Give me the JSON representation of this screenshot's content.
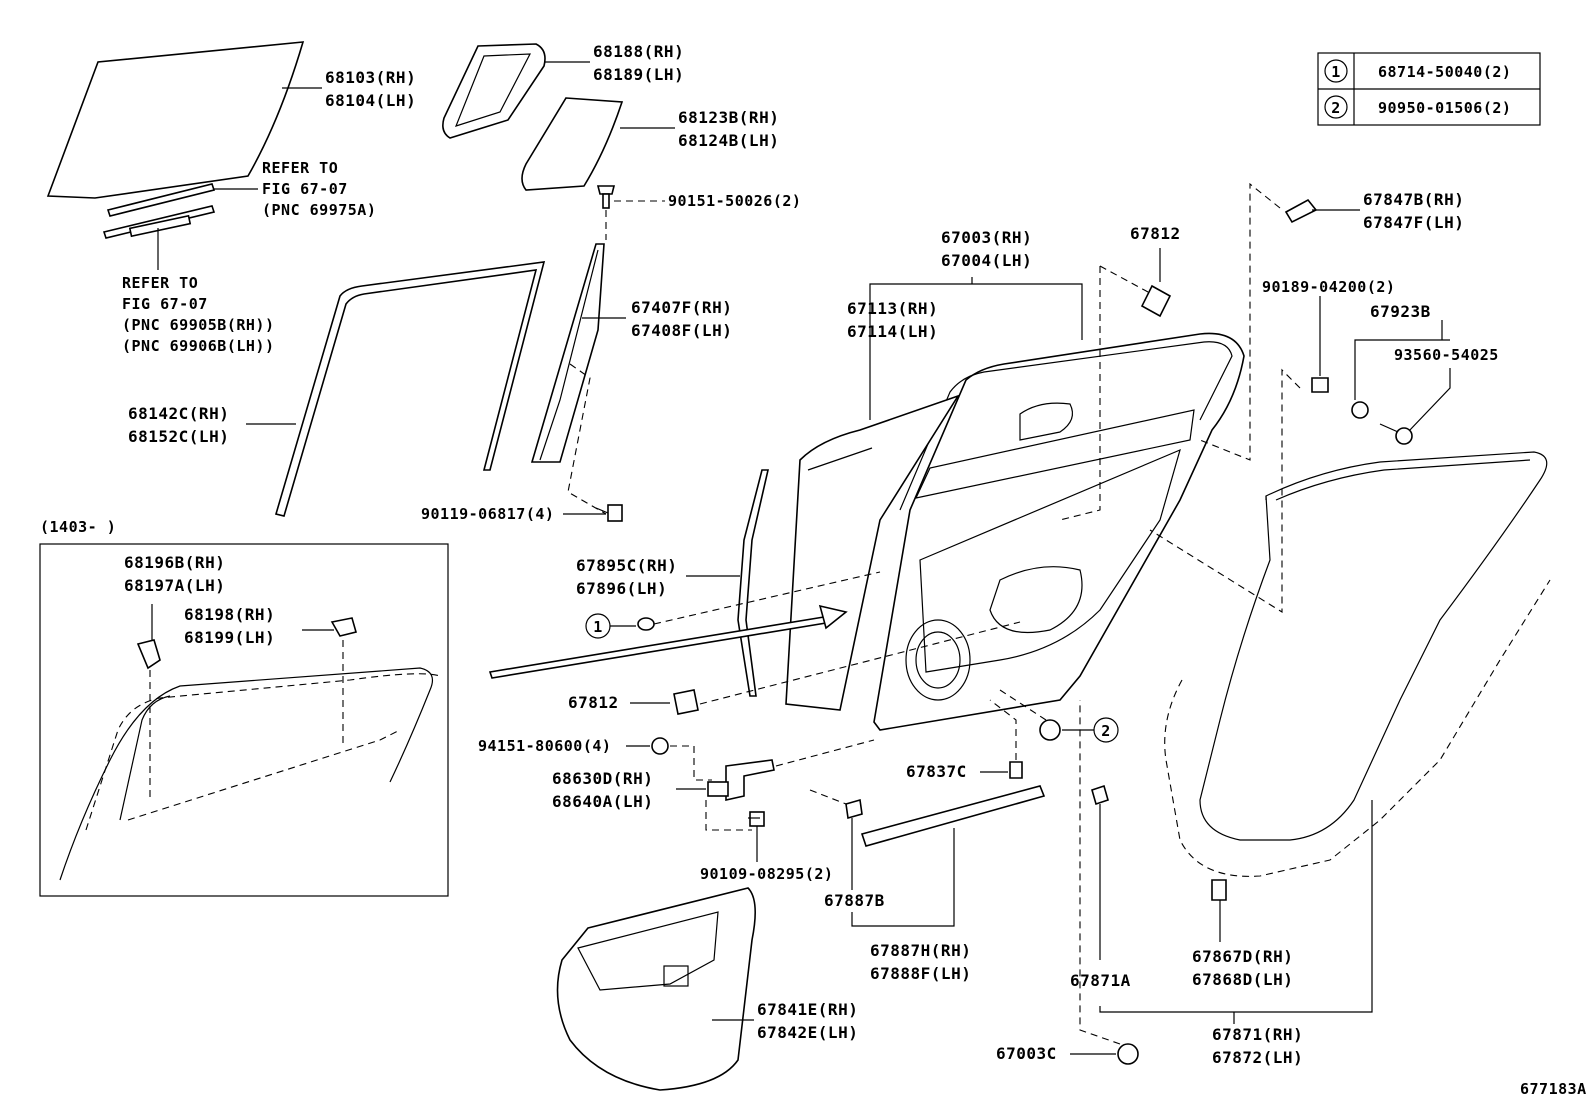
{
  "diagram_code": "677183A",
  "legend": [
    {
      "mark": "1",
      "part": "68714-50040(2)"
    },
    {
      "mark": "2",
      "part": "90950-01506(2)"
    }
  ],
  "inset": {
    "label": "(1403-   )"
  },
  "labels": {
    "glass_a": "68103(RH)",
    "glass_b": "68104(LH)",
    "q_glass_run_a": "68188(RH)",
    "q_glass_run_b": "68189(LH)",
    "q_glass_a": "68123B(RH)",
    "q_glass_b": "68124B(LH)",
    "screw_a": "90151-50026(2)",
    "refer1_a": "REFER TO",
    "refer1_b": "FIG 67-07",
    "refer1_c": "(PNC 69975A)",
    "refer2_a": "REFER TO",
    "refer2_b": "FIG 67-07",
    "refer2_c": "(PNC 69905B(RH))",
    "refer2_d": "(PNC 69906B(LH))",
    "channel_a": "67407F(RH)",
    "channel_b": "67408F(LH)",
    "run_a": "68142C(RH)",
    "run_b": "68152C(LH)",
    "bolt_a": "90119-06817(4)",
    "door_a": "67003(RH)",
    "door_b": "67004(LH)",
    "panel_a": "67113(RH)",
    "panel_b": "67114(LH)",
    "pad_top": "67812",
    "cover_a": "67847B(RH)",
    "cover_b": "67847F(LH)",
    "clip_a": "90189-04200(2)",
    "grom_a": "67923B",
    "screw_b": "93560-54025",
    "inset_a1": "68196B(RH)",
    "inset_a2": "68197A(LH)",
    "inset_b1": "68198(RH)",
    "inset_b2": "68199(LH)",
    "seal_a": "67895C(RH)",
    "seal_b": "67896(LH)",
    "pad_bottom": "67812",
    "nut_a": "94151-80600(4)",
    "hinge_a": "68630D(RH)",
    "hinge_b": "68640A(LH)",
    "clip_b": "67837C",
    "bolt_b": "90109-08295(2)",
    "clip_c": "67887B",
    "strip_a": "67887H(RH)",
    "strip_b": "67888F(LH)",
    "wsclip": "67871A",
    "wsclip2_a": "67867D(RH)",
    "wsclip2_b": "67868D(LH)",
    "wstrip_a": "67871(RH)",
    "wstrip_b": "67872(LH)",
    "plug": "67003C",
    "sheet_a": "67841E(RH)",
    "sheet_b": "67842E(LH)"
  }
}
